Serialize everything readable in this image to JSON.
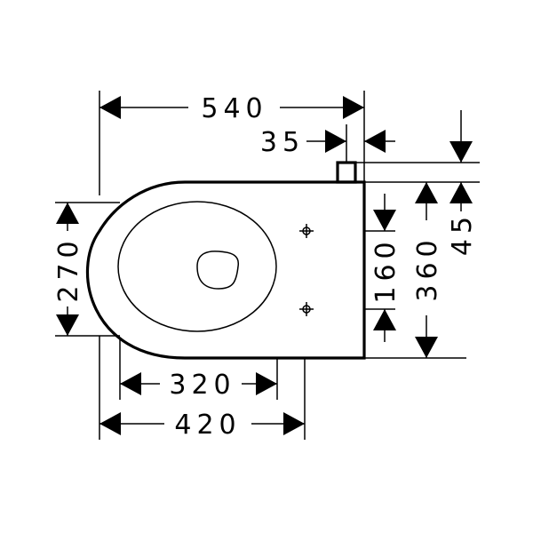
{
  "dimensions": {
    "overall_length": "540",
    "inlet_offset": "35",
    "width": "270",
    "bowl_length": "320",
    "projection": "420",
    "fixing_holes_spacing": "160",
    "height": "360",
    "inlet_height": "45"
  },
  "colors": {
    "line": "#000000",
    "background": "#ffffff"
  }
}
